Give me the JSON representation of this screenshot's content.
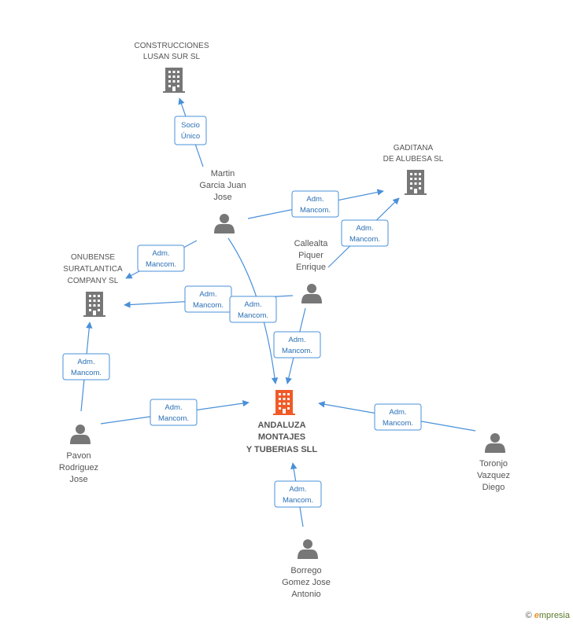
{
  "companies": {
    "construcciones": [
      "CONSTRUCCIONES",
      "LUSAN SUR SL"
    ],
    "gaditana": [
      "GADITANA",
      "DE ALUBESA SL"
    ],
    "onubense": [
      "ONUBENSE",
      "SURATLANTICA",
      "COMPANY SL"
    ],
    "andaluza": [
      "ANDALUZA",
      "MONTAJES",
      "Y TUBERIAS SLL"
    ]
  },
  "persons": {
    "martin": [
      "Martin",
      "Garcia Juan",
      "Jose"
    ],
    "callealta": [
      "Callealta",
      "Piquer",
      "Enrique"
    ],
    "pavon": [
      "Pavon",
      "Rodriguez",
      "Jose"
    ],
    "toronjo": [
      "Toronjo",
      "Vazquez",
      "Diego"
    ],
    "borrego": [
      "Borrego",
      "Gomez Jose",
      "Antonio"
    ]
  },
  "roles": {
    "socio_unico": [
      "Socio",
      "Único"
    ],
    "adm_mancom": [
      "Adm.",
      "Mancom."
    ]
  },
  "colors": {
    "edge": "#4a90d9",
    "company_icon": "#777777",
    "main_company_icon": "#f05a28",
    "person_icon": "#777777"
  },
  "watermark": {
    "copyright": "©",
    "brand_initial": "e",
    "brand_rest": "mpresia"
  }
}
